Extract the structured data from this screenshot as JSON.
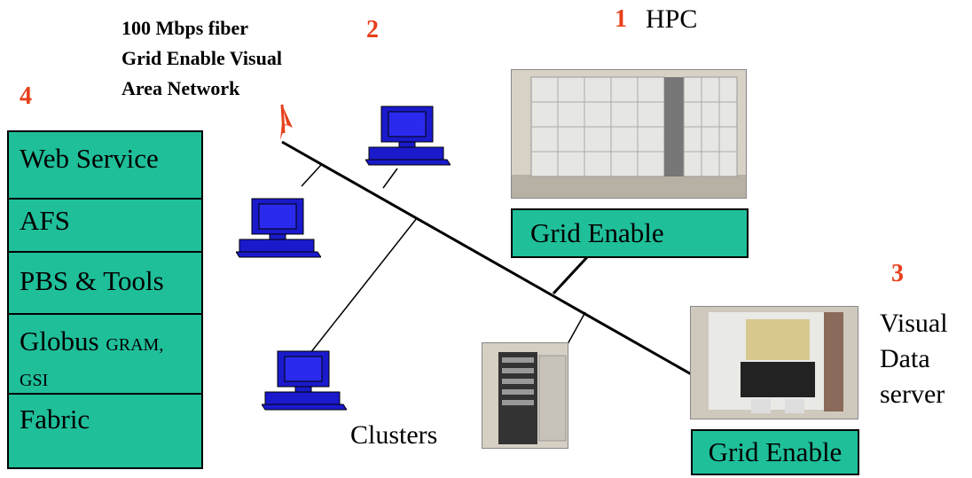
{
  "labels": {
    "num1": "1",
    "hpc": "HPC",
    "num2": "2",
    "network_line1": "100 Mbps fiber",
    "network_line2": "Grid Enable Visual",
    "network_line3": "Area Network",
    "num3": "3",
    "visual_line1": "Visual",
    "visual_line2": "Data",
    "visual_line3": "server",
    "num4": "4",
    "clusters": "Clusters"
  },
  "stack": {
    "web_service": "Web Service",
    "afs": "AFS",
    "pbs": "PBS & Tools",
    "globus_main": "Globus",
    "globus_small1": "GRAM,",
    "globus_small2": "GSI",
    "fabric": "Fabric"
  },
  "grid_boxes": {
    "top": "Grid Enable",
    "bottom": "Grid Enable"
  },
  "colors": {
    "box_fill": "#1fbf9a",
    "number_color": "#e8401c",
    "computer_blue": "#1a1acc"
  }
}
